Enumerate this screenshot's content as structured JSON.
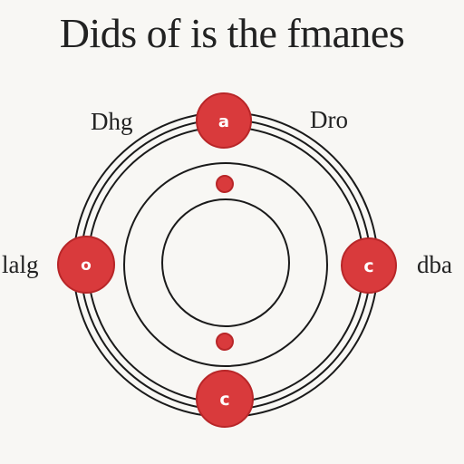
{
  "title": "Dids of is the fmanes",
  "labels": {
    "top_left": "Dhg",
    "top_right": "Dro",
    "middle_left": "lalg",
    "middle_right": "dba"
  },
  "nodes": {
    "top": "a",
    "left": "o",
    "right": "c",
    "bottom": "c"
  },
  "colors": {
    "node_fill": "#d93a3c",
    "node_stroke": "#b82628",
    "ring_stroke": "#1a1a1a",
    "node_glyph": "#ffffff",
    "background": "#f8f7f4"
  }
}
